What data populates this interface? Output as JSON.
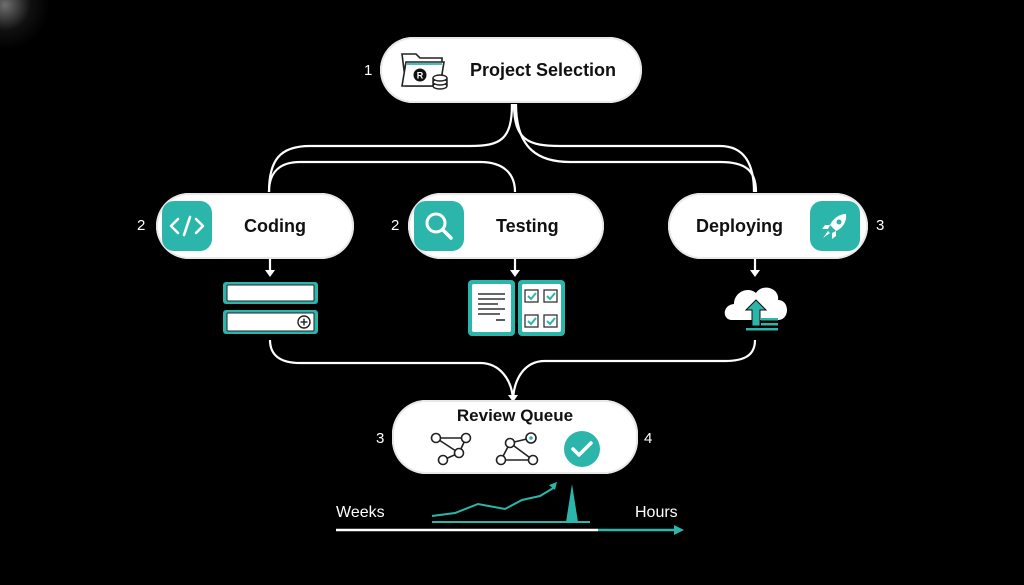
{
  "diagram": {
    "accent_color": "#2bb5ab",
    "nodes": {
      "project_selection": {
        "label": "Project Selection",
        "step": "1",
        "icon": "folder-r-database-icon"
      },
      "coding": {
        "label": "Coding",
        "step": "2",
        "icon": "code-icon"
      },
      "testing": {
        "label": "Testing",
        "step": "2",
        "icon": "magnifier-icon"
      },
      "deploying": {
        "label": "Deploying",
        "step": "3",
        "icon": "rocket-icon"
      },
      "review_queue": {
        "label": "Review Queue",
        "step_left": "3",
        "step_right": "4",
        "icons": [
          "graph-network-icon",
          "graph-network-node-icon",
          "check-circle-icon"
        ]
      }
    },
    "artifacts": {
      "coding": "input-fields-icon",
      "testing": "document-checklist-icon",
      "deploying": "cloud-upload-icon"
    },
    "timeline": {
      "start_label": "Weeks",
      "end_label": "Hours"
    }
  }
}
